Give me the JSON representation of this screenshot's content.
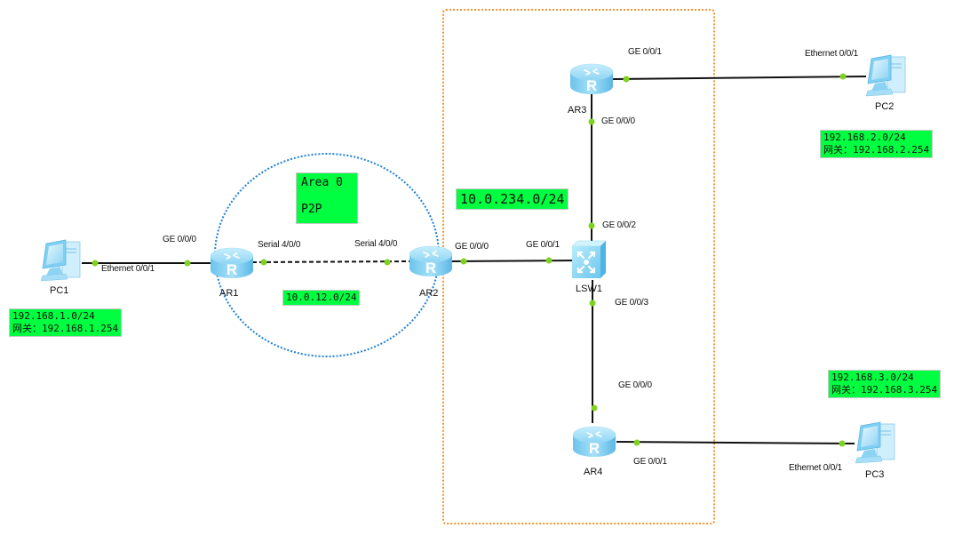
{
  "devices": [
    {
      "id": "PC1",
      "type": "pc",
      "label": "PC1"
    },
    {
      "id": "PC2",
      "type": "pc",
      "label": "PC2"
    },
    {
      "id": "PC3",
      "type": "pc",
      "label": "PC3"
    },
    {
      "id": "AR1",
      "type": "router",
      "label": "AR1"
    },
    {
      "id": "AR2",
      "type": "router",
      "label": "AR2"
    },
    {
      "id": "AR3",
      "type": "router",
      "label": "AR3"
    },
    {
      "id": "AR4",
      "type": "router",
      "label": "AR4"
    },
    {
      "id": "LSW1",
      "type": "switch",
      "label": "LSW1"
    }
  ],
  "links": [
    {
      "from": "PC1",
      "from_port": "Ethernet 0/0/1",
      "to": "AR1",
      "to_port": "GE 0/0/0",
      "style": "solid"
    },
    {
      "from": "AR1",
      "from_port": "Serial 4/0/0",
      "to": "AR2",
      "to_port": "Serial 4/0/0",
      "style": "dashed"
    },
    {
      "from": "AR2",
      "from_port": "GE 0/0/0",
      "to": "LSW1",
      "to_port": "GE 0/0/1",
      "style": "solid"
    },
    {
      "from": "AR3",
      "from_port": "GE 0/0/0",
      "to": "LSW1",
      "to_port": "GE 0/0/2",
      "style": "solid"
    },
    {
      "from": "LSW1",
      "from_port": "GE 0/0/3",
      "to": "AR4",
      "to_port": "GE 0/0/0",
      "style": "solid"
    },
    {
      "from": "AR3",
      "from_port": "GE 0/0/1",
      "to": "PC2",
      "to_port": "Ethernet 0/0/1",
      "style": "solid"
    },
    {
      "from": "AR4",
      "from_port": "GE 0/0/1",
      "to": "PC3",
      "to_port": "Ethernet 0/0/1",
      "style": "solid"
    }
  ],
  "port_labels": {
    "pc1_eth": "Ethernet 0/0/1",
    "ar1_ge": "GE 0/0/0",
    "ar1_serial": "Serial 4/0/0",
    "ar2_serial": "Serial 4/0/0",
    "ar2_ge": "GE 0/0/0",
    "lsw1_ge1": "GE 0/0/1",
    "lsw1_ge2": "GE 0/0/2",
    "lsw1_ge3": "GE 0/0/3",
    "ar3_ge1": "GE 0/0/1",
    "ar3_ge0": "GE 0/0/0",
    "pc2_eth": "Ethernet 0/0/1",
    "ar4_ge0": "GE 0/0/0",
    "ar4_ge1": "GE 0/0/1",
    "pc3_eth": "Ethernet 0/0/1"
  },
  "notes": {
    "pc1": {
      "line1": "192.168.1.0/24",
      "line2": "网关：192.168.1.254"
    },
    "pc2": {
      "line1": "192.168.2.0/24",
      "line2": "网关：192.168.2.254"
    },
    "pc3": {
      "line1": "192.168.3.0/24",
      "line2": "网关：192.168.3.254"
    },
    "area": {
      "line1": "Area 0",
      "line2": "P2P"
    },
    "serial_net": "10.0.12.0/24",
    "lan_net": "10.0.234.0/24"
  },
  "colors": {
    "note_bg": "#00ff40",
    "port_dot": "#7ed321",
    "ospf_circle": "#1e7fd8",
    "area_box": "#f5922b",
    "device_blue": "#7fd0f5"
  }
}
